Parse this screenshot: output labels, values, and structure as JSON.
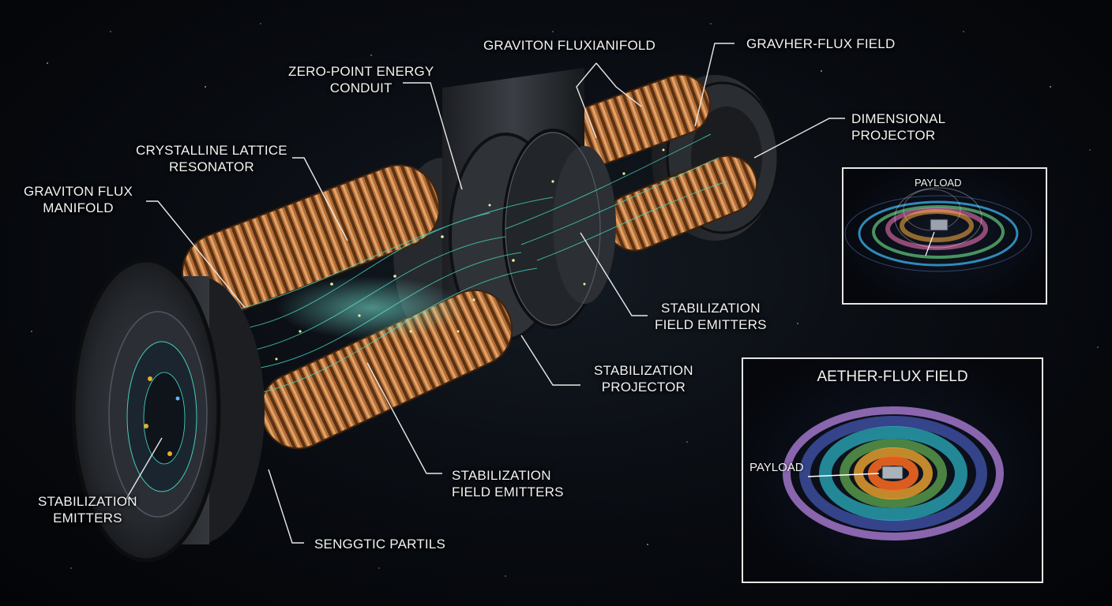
{
  "labels": {
    "zero_point": [
      "ZERO-POINT ENERGY",
      "CONDUIT"
    ],
    "graviton_top": "GRAVITON FLUXIANIFOLD",
    "gravher_field": "GRAVHER-FLUX FIELD",
    "dimensional": [
      "DIMENSIONAL",
      "PROJECTOR"
    ],
    "crystalline": [
      "CRYSTALLINE LATTICE",
      "RESONATOR"
    ],
    "graviton_left": [
      "GRAVITON FLUX",
      "MANIFOLD"
    ],
    "stab_field_mid": [
      "STABILIZATION",
      "FIELD EMITTERS"
    ],
    "stab_projector": [
      "STABILIZATION",
      "PROJECTOR"
    ],
    "stab_field_low": [
      "STABILIZATION",
      "FIELD EMITTERS"
    ],
    "stab_emitters": [
      "STABILIZATION",
      "EMITTERS"
    ],
    "sengtic": "SENGGTIC PARTILS"
  },
  "inset_top": {
    "payload": "PAYLOAD"
  },
  "inset_bottom": {
    "title": "AETHER-FLUX FIELD",
    "payload": "PAYLOAD"
  },
  "colors": {
    "copper": "#c07a40",
    "metal": "#2a2d32",
    "flux": "#46e0c8",
    "field_violet": "#b98ce6",
    "field_orange": "#ff6a20"
  }
}
